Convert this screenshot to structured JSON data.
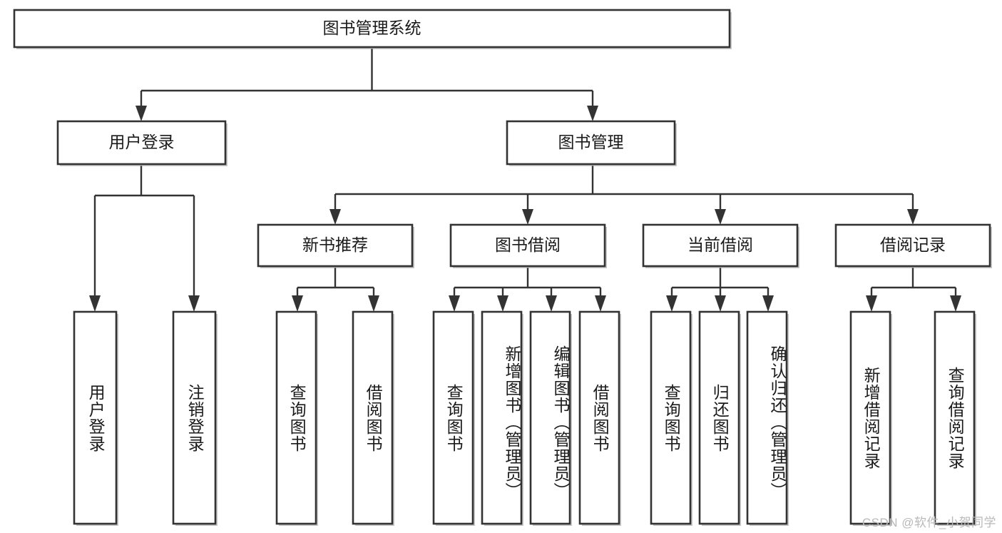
{
  "diagram": {
    "type": "tree-hierarchy-chart",
    "title": "图书管理系统",
    "orientation": "top-down",
    "colors": {
      "box_fill": "#ffffff",
      "box_stroke": "#333333",
      "text": "#1a1a1a",
      "background": "#ffffff",
      "watermark": "#b9b9b9"
    },
    "levels": {
      "level1": [
        {
          "id": "root",
          "label": "图书管理系统",
          "text_orientation": "horizontal"
        }
      ],
      "level2": [
        {
          "id": "user-login",
          "label": "用户登录",
          "text_orientation": "horizontal"
        },
        {
          "id": "book-manage",
          "label": "图书管理",
          "text_orientation": "horizontal"
        }
      ],
      "level3": [
        {
          "id": "new-book-rec",
          "label": "新书推荐",
          "text_orientation": "horizontal"
        },
        {
          "id": "book-borrow",
          "label": "图书借阅",
          "text_orientation": "horizontal"
        },
        {
          "id": "current-borrow",
          "label": "当前借阅",
          "text_orientation": "horizontal"
        },
        {
          "id": "borrow-record",
          "label": "借阅记录",
          "text_orientation": "horizontal"
        }
      ],
      "leaves": [
        {
          "id": "leaf-user-login",
          "parent": "user-login",
          "label": "用户登录",
          "text_orientation": "vertical"
        },
        {
          "id": "leaf-user-logout",
          "parent": "user-login",
          "label": "注销登录",
          "text_orientation": "vertical"
        },
        {
          "id": "leaf-query-book-1",
          "parent": "new-book-rec",
          "label": "查询图书",
          "text_orientation": "vertical"
        },
        {
          "id": "leaf-borrow-book-1",
          "parent": "new-book-rec",
          "label": "借阅图书",
          "text_orientation": "vertical"
        },
        {
          "id": "leaf-query-book-2",
          "parent": "book-borrow",
          "label": "查询图书",
          "text_orientation": "vertical"
        },
        {
          "id": "leaf-add-book",
          "parent": "book-borrow",
          "label": "新增图书（管理员）",
          "text_orientation": "vertical"
        },
        {
          "id": "leaf-edit-book",
          "parent": "book-borrow",
          "label": "编辑图书（管理员）",
          "text_orientation": "vertical"
        },
        {
          "id": "leaf-borrow-book-2",
          "parent": "book-borrow",
          "label": "借阅图书",
          "text_orientation": "vertical"
        },
        {
          "id": "leaf-query-book-3",
          "parent": "current-borrow",
          "label": "查询图书",
          "text_orientation": "vertical"
        },
        {
          "id": "leaf-return-book",
          "parent": "current-borrow",
          "label": "归还图书",
          "text_orientation": "vertical"
        },
        {
          "id": "leaf-confirm-return",
          "parent": "current-borrow",
          "label": "确认归还（管理员）",
          "text_orientation": "vertical"
        },
        {
          "id": "leaf-add-record",
          "parent": "borrow-record",
          "label": "新增借阅记录",
          "text_orientation": "vertical"
        },
        {
          "id": "leaf-query-record",
          "parent": "borrow-record",
          "label": "查询借阅记录",
          "text_orientation": "vertical"
        }
      ]
    }
  },
  "watermark": {
    "text": "CSDN @软件_小贺同学"
  }
}
